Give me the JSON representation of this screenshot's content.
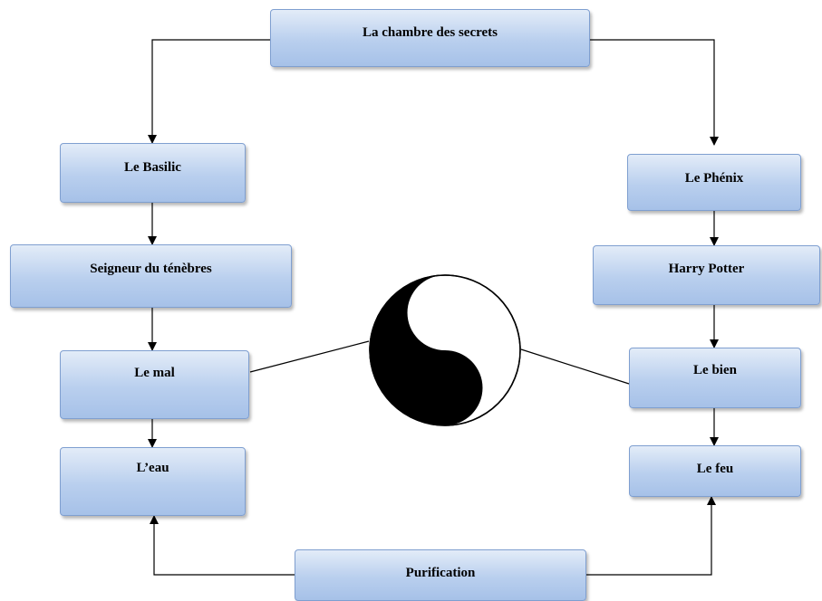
{
  "diagram": {
    "top": "La chambre des secrets",
    "left": [
      "Le Basilic",
      "Seigneur du ténèbres",
      "Le mal",
      "L’eau"
    ],
    "right": [
      "Le Phénix",
      "Harry Potter",
      "Le bien",
      "Le feu"
    ],
    "bottom": "Purification",
    "center_icon": "yin-yang-icon"
  }
}
